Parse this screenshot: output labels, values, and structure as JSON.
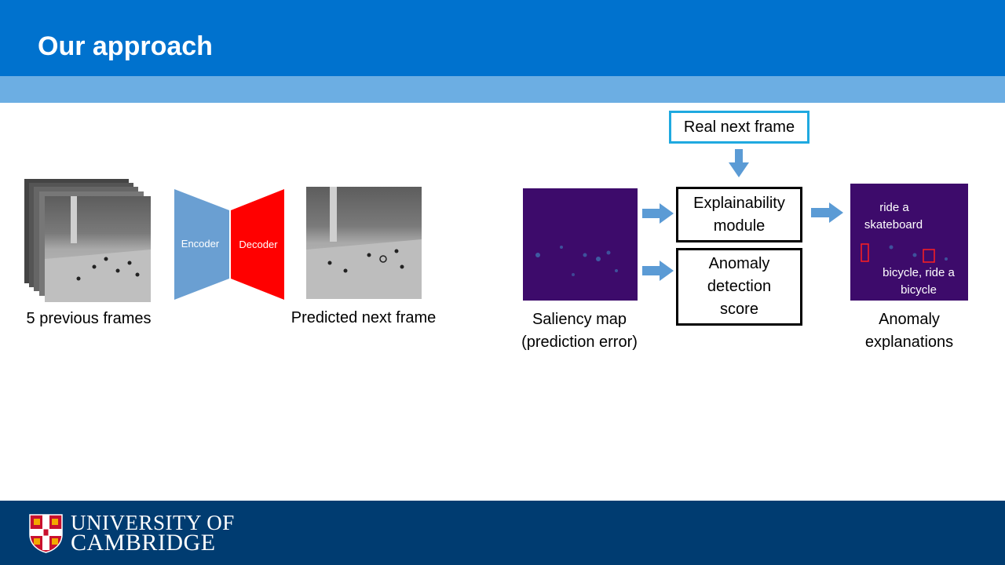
{
  "slide": {
    "title": "Our approach",
    "colors": {
      "header": "#0072CE",
      "subheader": "#6CAEE3",
      "footer": "#003C71",
      "arrow": "#5B9BD5",
      "encoder": "#6A9FD2",
      "decoder": "#FF0000",
      "saliency": "#3D0B6B"
    }
  },
  "pipeline": {
    "previous_frames_caption": "5 previous frames",
    "encoder_label": "Encoder",
    "decoder_label": "Decoder",
    "predicted_frame_caption": "Predicted next frame"
  },
  "explain": {
    "real_next_frame_label": "Real next frame",
    "explainability_module_label": "Explainability\nmodule",
    "anomaly_score_label": "Anomaly\ndetection\nscore",
    "saliency_caption_line1": "Saliency map",
    "saliency_caption_line2": "(prediction error)",
    "explanations_caption_line1": "Anomaly",
    "explanations_caption_line2": "explanations",
    "annotation_skateboard_line1": "ride a",
    "annotation_skateboard_line2": "skateboard",
    "annotation_bicycle_line1": "bicycle, ride a",
    "annotation_bicycle_line2": "bicycle"
  },
  "footer": {
    "logo_line1": "UNIVERSITY OF",
    "logo_line2": "CAMBRIDGE",
    "logo_icon": "cambridge-crest-icon"
  }
}
